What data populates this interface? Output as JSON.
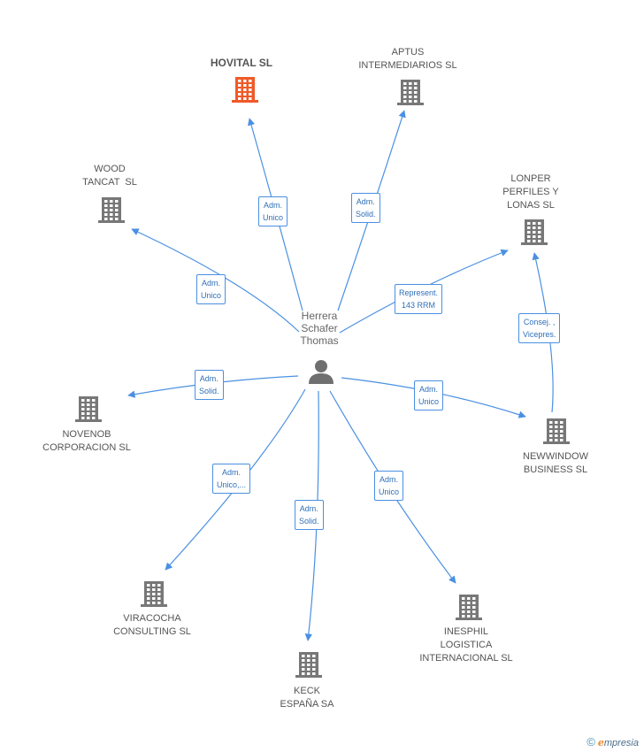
{
  "person": {
    "name_lines": [
      "Herrera",
      "Schafer",
      "Thomas"
    ],
    "icon": "person-icon"
  },
  "companies": [
    {
      "id": "hovital",
      "lines": [
        "HOVITAL SL"
      ],
      "highlight": true,
      "icon": "building-icon",
      "color": "#f05a28"
    },
    {
      "id": "aptus",
      "lines": [
        "APTUS",
        "INTERMEDIARIOS SL"
      ],
      "icon": "building-icon",
      "color": "#777777"
    },
    {
      "id": "wood",
      "lines": [
        "WOOD",
        "TANCAT  SL"
      ],
      "icon": "building-icon",
      "color": "#777777"
    },
    {
      "id": "lonper",
      "lines": [
        "LONPER",
        "PERFILES Y",
        "LONAS SL"
      ],
      "icon": "building-icon",
      "color": "#777777"
    },
    {
      "id": "novenob",
      "lines": [
        "NOVENOB",
        "CORPORACION SL"
      ],
      "icon": "building-icon",
      "color": "#777777"
    },
    {
      "id": "newwindow",
      "lines": [
        "NEWWINDOW",
        "BUSINESS SL"
      ],
      "icon": "building-icon",
      "color": "#777777"
    },
    {
      "id": "viracocha",
      "lines": [
        "VIRACOCHA",
        "CONSULTING SL"
      ],
      "icon": "building-icon",
      "color": "#777777"
    },
    {
      "id": "keck",
      "lines": [
        "KECK",
        "ESPAÑA SA"
      ],
      "icon": "building-icon",
      "color": "#777777"
    },
    {
      "id": "inesphil",
      "lines": [
        "INESPHIL",
        "LOGISTICA",
        "INTERNACIONAL SL"
      ],
      "icon": "building-icon",
      "color": "#777777"
    }
  ],
  "edges": [
    {
      "from": "person",
      "to": "hovital",
      "label_lines": [
        "Adm.",
        "Unico"
      ]
    },
    {
      "from": "person",
      "to": "aptus",
      "label_lines": [
        "Adm.",
        "Solid."
      ]
    },
    {
      "from": "person",
      "to": "wood",
      "label_lines": [
        "Adm.",
        "Unico"
      ]
    },
    {
      "from": "person",
      "to": "lonper",
      "label_lines": [
        "Represent.",
        "143 RRM"
      ]
    },
    {
      "from": "person",
      "to": "novenob",
      "label_lines": [
        "Adm.",
        "Solid."
      ]
    },
    {
      "from": "person",
      "to": "newwindow",
      "label_lines": [
        "Adm.",
        "Unico"
      ]
    },
    {
      "from": "person",
      "to": "viracocha",
      "label_lines": [
        "Adm.",
        "Unico,..."
      ]
    },
    {
      "from": "person",
      "to": "keck",
      "label_lines": [
        "Adm.",
        "Solid."
      ]
    },
    {
      "from": "person",
      "to": "inesphil",
      "label_lines": [
        "Adm.",
        "Unico"
      ]
    },
    {
      "from": "newwindow",
      "to": "lonper",
      "label_lines": [
        "Consej. ,",
        "Vicepres."
      ]
    }
  ],
  "colors": {
    "edge": "#4a90e2",
    "node_text": "#555555"
  },
  "footer": {
    "copyright": "©",
    "brand_initial": "e",
    "brand_rest": "mpresia"
  }
}
